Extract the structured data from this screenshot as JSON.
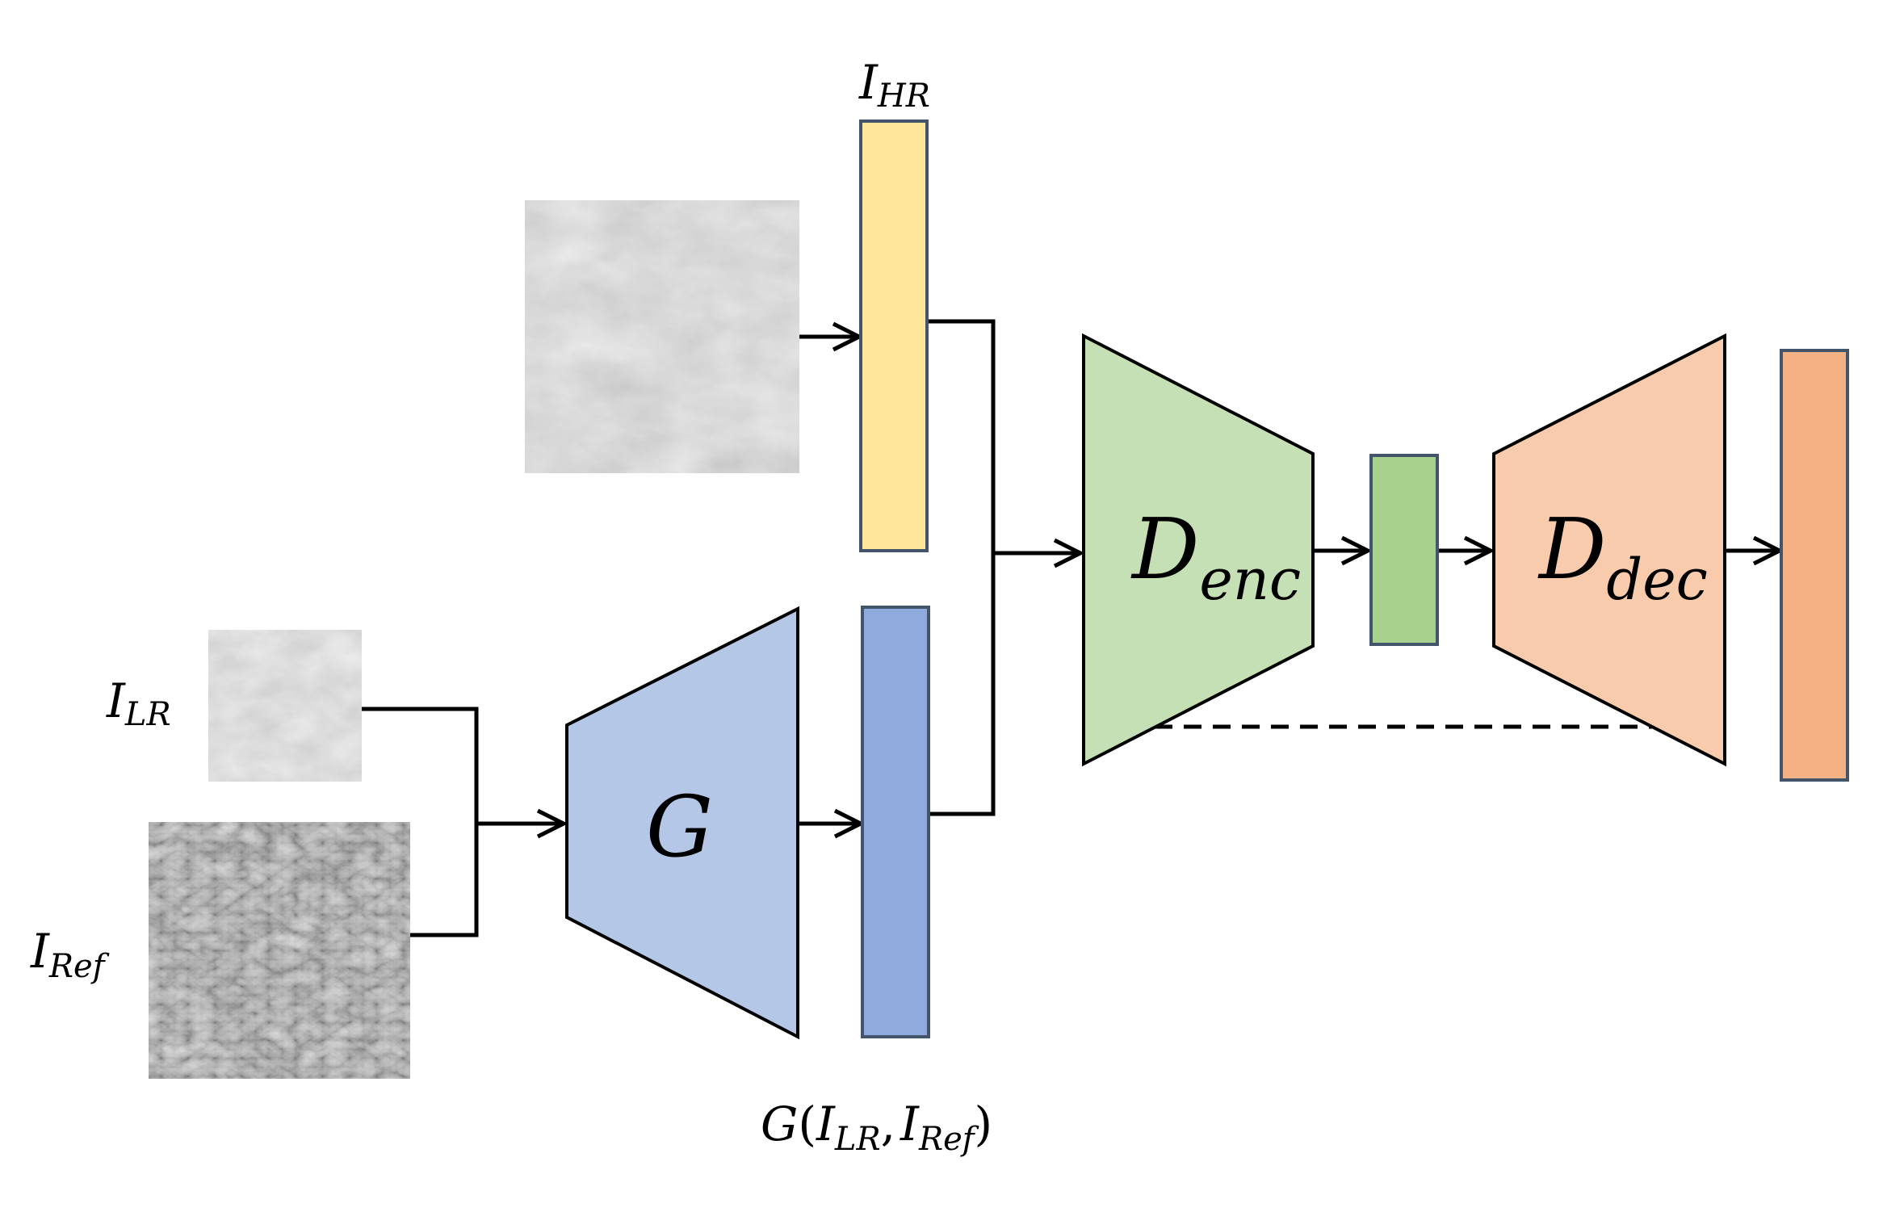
{
  "labels": {
    "i_hr": {
      "main": "I",
      "sub": "HR"
    },
    "i_lr": {
      "main": "I",
      "sub": "LR"
    },
    "i_ref": {
      "main": "I",
      "sub": "Ref"
    },
    "g_output": {
      "g": "G",
      "open": "(",
      "i1": "I",
      "sub1": "LR",
      "comma": ",",
      "i2": "I",
      "sub2": "Ref",
      "close": ")"
    }
  },
  "blocks": {
    "generator": {
      "main": "G",
      "color": "#b4c7e7"
    },
    "generator_output": {
      "color": "#8faadc"
    },
    "hr_feature": {
      "color": "#ffe699"
    },
    "encoder": {
      "main": "D",
      "sub": "enc",
      "color": "#c5e0b4"
    },
    "bottleneck": {
      "color": "#a9d18e"
    },
    "decoder": {
      "main": "D",
      "sub": "dec",
      "color": "#f8cbad"
    },
    "decoder_output": {
      "color": "#f4b183"
    }
  },
  "colors": {
    "stroke": "#000000",
    "block_stroke": "#44546a"
  }
}
